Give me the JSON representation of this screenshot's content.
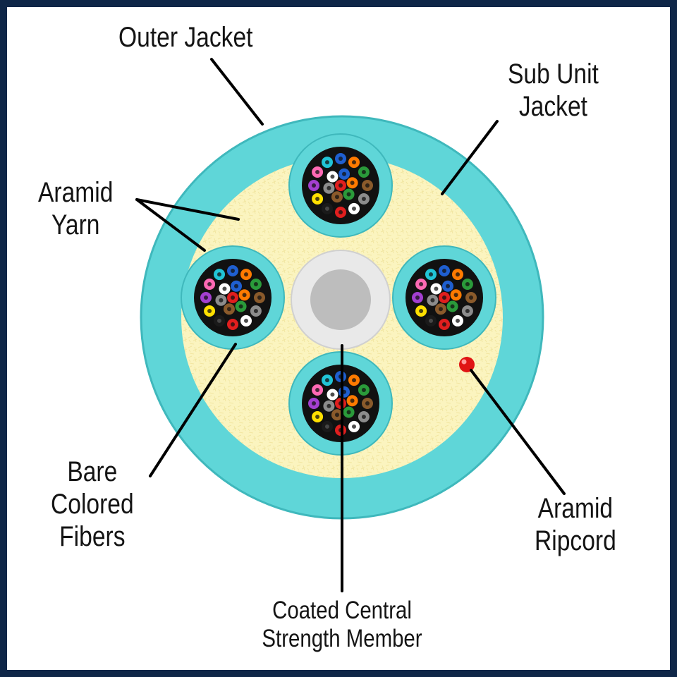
{
  "labels": {
    "outer_jacket": "Outer Jacket",
    "sub_unit_jacket": [
      "Sub Unit",
      "Jacket"
    ],
    "aramid_yarn": [
      "Aramid",
      "Yarn"
    ],
    "bare_colored_fibers": [
      "Bare",
      "Colored",
      "Fibers"
    ],
    "aramid_ripcord": [
      "Aramid",
      "Ripcord"
    ],
    "coated_central_strength_member": [
      "Coated Central",
      "Strength Member"
    ]
  },
  "colors": {
    "frame": "#0f2748",
    "jacket": "#5fd6d8",
    "jacket_edge": "#3fb8bc",
    "aramid_yarn": "#fbf4bf",
    "fiber_bundle": "#111111",
    "ripcord": "#e01414",
    "strength_member_coating": "#e9e9e9",
    "strength_member_core": "#bdbdbd",
    "leader_line": "#000000"
  },
  "fiber_colors": [
    "#1f5fd0",
    "#ff7a00",
    "#2a9a3a",
    "#8a5a2b",
    "#8c8c8c",
    "#ffffff",
    "#e01e1e",
    "#1a1a1a",
    "#ffe000",
    "#a33fd0",
    "#ff69b4",
    "#21c4d6"
  ]
}
